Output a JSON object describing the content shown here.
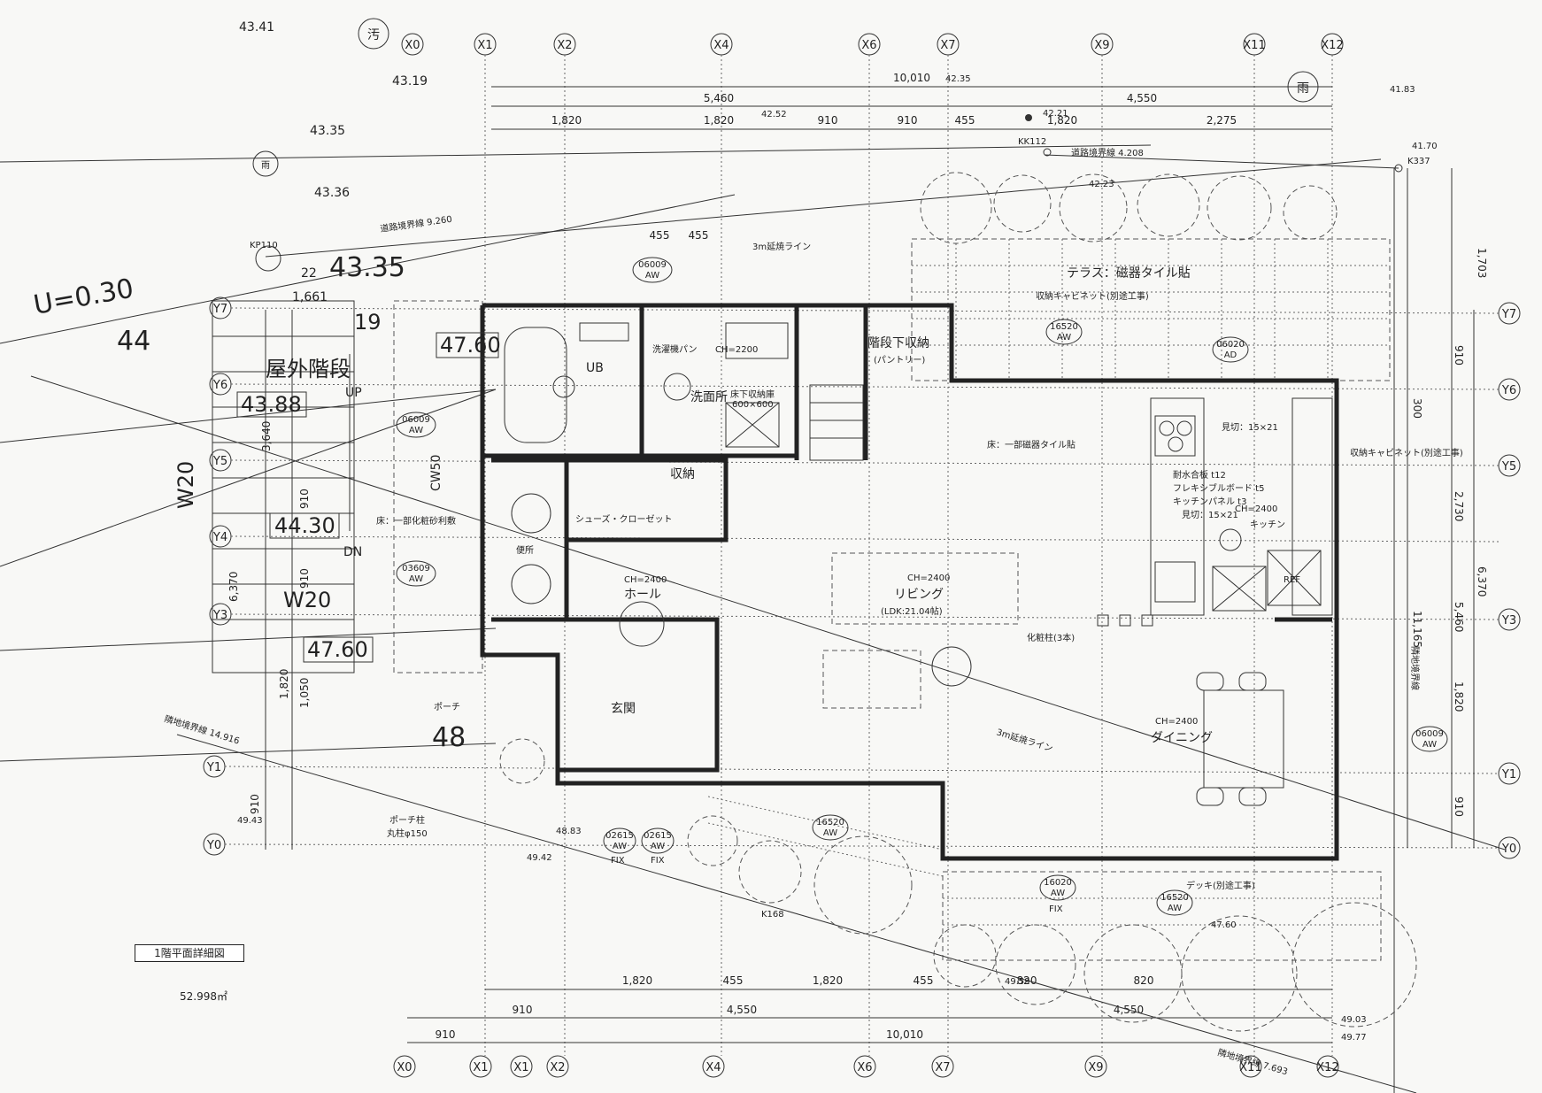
{
  "grid_top": [
    "X0",
    "X1",
    "X2",
    "X4",
    "X6",
    "X7",
    "X9",
    "X11",
    "X12"
  ],
  "grid_bottom": [
    "X0",
    "X1",
    "X1",
    "X2",
    "X4",
    "X6",
    "X7",
    "X9",
    "X11",
    "X12"
  ],
  "grid_left": [
    "Y7",
    "Y6",
    "Y5",
    "Y4",
    "Y3",
    "Y1",
    "Y0"
  ],
  "grid_right": [
    "Y7",
    "Y6",
    "Y5",
    "Y3",
    "Y1",
    "Y0"
  ],
  "dims_top": [
    "10,010",
    "5,460",
    "4,550",
    "1,820",
    "1,820",
    "910",
    "910",
    "455",
    "1,820",
    "2,275",
    "455",
    "455"
  ],
  "dims_bottom": [
    "1,820",
    "455",
    "1,820",
    "455",
    "910",
    "4,550",
    "4,550",
    "910",
    "10,010",
    "820",
    "820"
  ],
  "dims_right": [
    "1,703",
    "910",
    "300",
    "2,730",
    "11,165",
    "6,370",
    "5,460",
    "1,820",
    "910"
  ],
  "dims_left": [
    "3,640",
    "6,370",
    "910",
    "910",
    "1,820",
    "1,050",
    "910"
  ],
  "rooms": {
    "ub": "UB",
    "washroom": "洗面所",
    "washroom_ch": "CH=2200",
    "pantry": "階段下収納",
    "pantry_sub": "(パントリー)",
    "storage": "収納",
    "shoe_closet": "シューズ・クローゼット",
    "toilet": "便所",
    "hall": "ホール",
    "hall_ch": "CH=2400",
    "entrance": "玄関",
    "living": "リビング",
    "living_ch": "CH=2400",
    "living_sub": "(LDK:21.04帖)",
    "kitchen": "キッチン",
    "kitchen_ch": "CH=2400",
    "dining": "ダイニング",
    "dining_ch": "CH=2400",
    "terrace": "テラス：磁器タイル貼",
    "deck": "デッキ(別途工事)",
    "outdoor_stairs": "屋外階段",
    "up": "UP",
    "dn": "DN",
    "porch": "ポーチ",
    "porch_column": "ポーチ柱",
    "porch_column_sub": "丸柱φ150",
    "refrigerator": "REF",
    "pillars": "化粧柱(3本)",
    "laundry": "洗濯機パン",
    "underfloor": "床下収納庫",
    "underfloor_size": "600×600",
    "floor_finish": "床：一部磁器タイル貼",
    "floor_gravel": "床：一部化粧砂利敷",
    "storage_cab": "収納キャビネット(別途工事)",
    "storage_cab_right": "収納キャビネット(別途工事)",
    "kitchen_notes": [
      "耐水合板 t12",
      "フレキシブルボード t5",
      "キッチンパネル t3",
      "見切：15×21"
    ],
    "mikiri_top": "見切：15×21",
    "fire_line_top": "3m延焼ライン",
    "fire_line_mid": "3m延焼ライン",
    "road_boundary_top": "道路境界線 4.208",
    "road_boundary_left": "道路境界線 9.260",
    "neighbor_left": "隣地境界線 14.916",
    "neighbor_right": "隣地境界線",
    "neighbor_bottom": "隣地境界線 7.693"
  },
  "levels": {
    "l1": "43.41",
    "l2": "43.19",
    "l3": "43.35",
    "l4": "43.36",
    "big1": "43.35",
    "u": "U=0.30",
    "n44": "44",
    "n19": "19",
    "n22": "22",
    "box1": "47.60",
    "box2": "43.88",
    "box3": "44.30",
    "box4": "47.60",
    "n48": "48",
    "w20a": "W20",
    "w20b": "W20",
    "cw": "CW50",
    "n1661": "1,661",
    "kp": "KP110",
    "kk": "KK112",
    "k337": "K337",
    "k168": "K168",
    "r1": "42.35",
    "r2": "41.83",
    "r3": "42.21",
    "r4": "42.52",
    "r5": "41.70",
    "r6": "42.23",
    "b1": "49.43",
    "b2": "49.42",
    "b3": "48.83",
    "b4": "49.59",
    "b5": "49.03",
    "b6": "49.77",
    "b7": "47.60"
  },
  "manholes": {
    "sewage": "汚",
    "rain": "雨",
    "rain2": "雨"
  },
  "windows": [
    "06009",
    "06009",
    "03609",
    "02615",
    "02615",
    "16520",
    "16020",
    "16520",
    "16520",
    "06020",
    "06009"
  ],
  "window_types": [
    "AW",
    "AW",
    "AW",
    "AW",
    "AW",
    "AW",
    "AW",
    "AW",
    "AW",
    "AD",
    "AW"
  ],
  "fix": "FIX",
  "drawing_title": "1階平面詳細図",
  "floor_area": "52.998㎡"
}
